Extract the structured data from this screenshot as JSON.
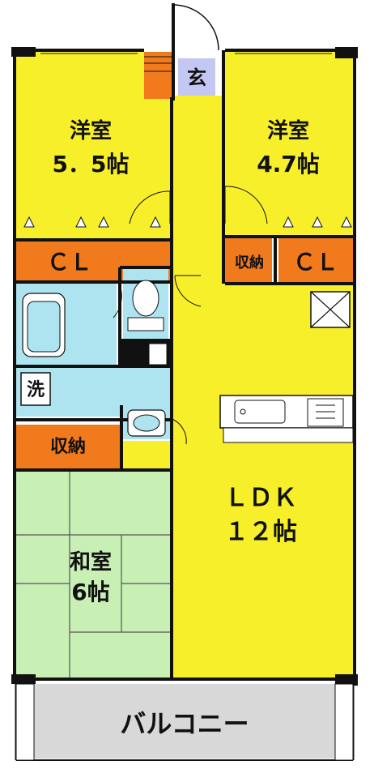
{
  "rooms": {
    "western_room_1": {
      "name": "洋室",
      "size": "5．5帖"
    },
    "western_room_2": {
      "name": "洋室",
      "size": "4.7帖"
    },
    "entrance": {
      "name": "玄"
    },
    "closet_left": {
      "name": "ＣＬ"
    },
    "storage_top": {
      "name": "収納"
    },
    "closet_right": {
      "name": "ＣＬ"
    },
    "washroom": {
      "name": "洗"
    },
    "storage_mid": {
      "name": "収納"
    },
    "japanese_room": {
      "name": "和室",
      "size": "6帖"
    },
    "ldk": {
      "name": "ＬＤＫ",
      "size": "１２帖"
    },
    "balcony": {
      "name": "バルコニー"
    }
  },
  "colors": {
    "western_room": "#f7ef2a",
    "closet": "#f07a1c",
    "wet_area": "#aee4f0",
    "japanese_room": "#c8f0b4",
    "balcony": "#d8d8d8",
    "entrance": "#c3c7f2",
    "wall": "#111111"
  }
}
